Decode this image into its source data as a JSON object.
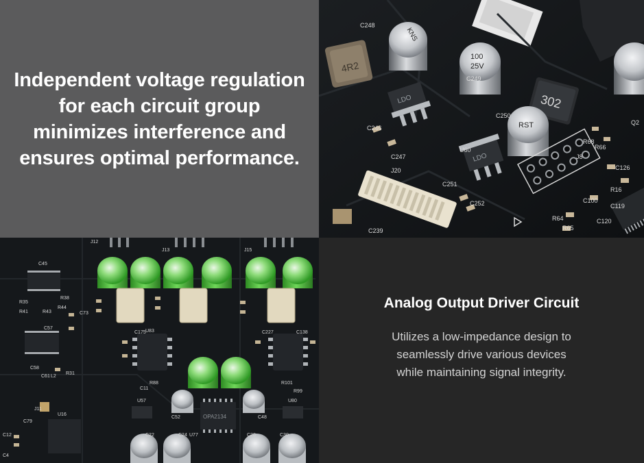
{
  "headline": {
    "lines": [
      "Independent voltage regulation",
      "for each circuit group",
      "minimizes interference and",
      "ensures optimal performance."
    ]
  },
  "feature": {
    "title": "Analog Output Driver Circuit",
    "lines": [
      "Utilizes a low-impedance design to",
      "seamlessly drive various devices",
      "while maintaining signal integrity."
    ]
  },
  "colors": {
    "top_left_panel": "#5b5b5c",
    "bottom_right_panel": "#262626",
    "pcb": "#141618",
    "capacitor_green": "#4cc43a",
    "capacitor_silver": "#c9ccd0"
  },
  "board_labels": {
    "inductor_marking": "302",
    "inductor_small": "4R2",
    "capacitor_marking": [
      "KNS",
      "100",
      "25V",
      "RST"
    ],
    "regulator_marking": "LDO",
    "top_designators": [
      "C249",
      "C250",
      "C247",
      "C251",
      "C252",
      "C239",
      "C246",
      "U60",
      "J20",
      "J8",
      "R64",
      "R65",
      "R66",
      "R68",
      "C100",
      "C119",
      "C120",
      "C126",
      "R16",
      "Q2",
      "C248"
    ],
    "bottom_designators": [
      "J12",
      "J13",
      "J15",
      "U83",
      "U57",
      "U77",
      "U80",
      "U16",
      "C22",
      "C24",
      "C28",
      "C30",
      "C45",
      "C57",
      "C58",
      "C61",
      "C73",
      "C79",
      "C175",
      "C227",
      "C138",
      "C48",
      "C52",
      "C11",
      "R35",
      "R38",
      "R41",
      "R43",
      "R44",
      "R31",
      "R88",
      "R101",
      "R99",
      "L2",
      "J11",
      "C4",
      "C12"
    ],
    "opamp_marking": "OPA2134"
  }
}
